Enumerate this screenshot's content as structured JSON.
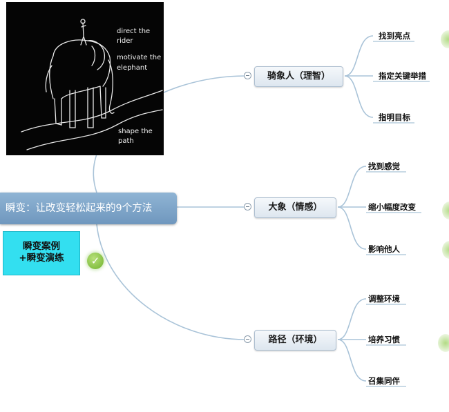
{
  "central_topic": "瞬变：让改变轻松起来的9个方法",
  "image_panel": {
    "caption_rider": "direct the rider",
    "caption_elephant_1": "motivate the",
    "caption_elephant_2": "elephant",
    "caption_path": "shape the path"
  },
  "callout": {
    "line1": "瞬变案例",
    "line2": "+瞬变演练"
  },
  "branches": [
    {
      "label": "骑象人（理智）",
      "children": [
        "找到亮点",
        "指定关键举措",
        "指明目标"
      ]
    },
    {
      "label": "大象（情感）",
      "children": [
        "找到感觉",
        "缩小幅度改变",
        "影响他人"
      ]
    },
    {
      "label": "路径（环境）",
      "children": [
        "调整环境",
        "培养习惯",
        "召集同伴"
      ]
    }
  ],
  "icons": {
    "check": "check-icon",
    "collapse": "collapse-toggle-icon"
  },
  "colors": {
    "central_fill": "#7ea5c9",
    "branch_fill": "#e8eef5",
    "connector": "#a9c3d8",
    "callout_fill": "#33dff0",
    "check_green": "#7dbb3a"
  }
}
